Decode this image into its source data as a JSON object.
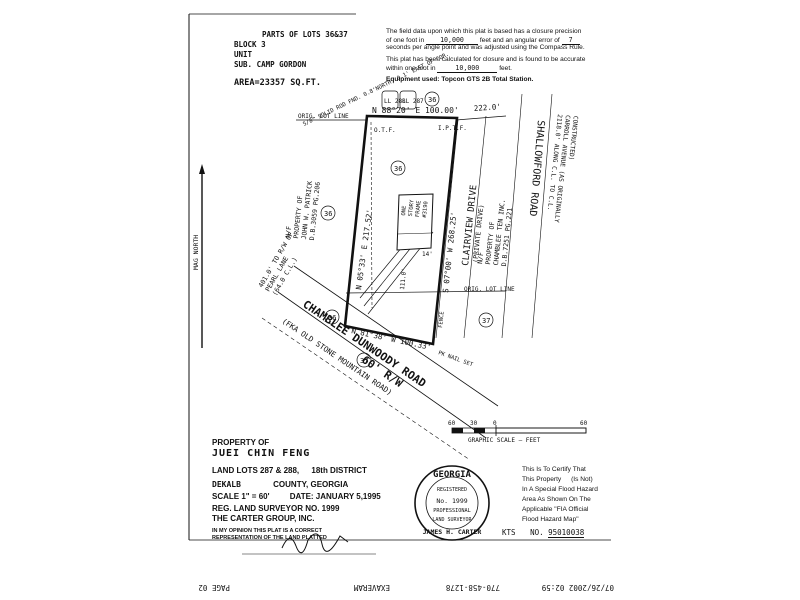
{
  "header": {
    "parts_of_lots": "PARTS OF LOTS 36&37",
    "block": "BLOCK 3",
    "unit": "UNIT",
    "subdivision": "SUB. CAMP GORDON",
    "area": "AREA=23357 SQ.FT."
  },
  "notes": {
    "closure_1": "The field data upon which this plat is based has a closure precision",
    "closure_2": "of one foot in",
    "closure_2_value": "10,000",
    "closure_2b": "feet and an angular error of",
    "closure_2b_value": "7",
    "closure_3": "seconds per angle point and was adjusted using the Compass Rule.",
    "calc_1": "This plat has been calculated for closure and is found to be accurate",
    "calc_2": "within one foot in",
    "calc_2_value": "10,000",
    "calc_2b": "feet.",
    "equipment": "Equipment used: Topcon GTS 2B Total Station."
  },
  "map": {
    "mag_north": "MAG NORTH",
    "ll288": "LL 288",
    "ll287": "LL 287",
    "lot36": "36",
    "lot37": "37",
    "north_bearing": "N 88°20' E  100.00'",
    "dist_right": "222.0'",
    "orig_lot_line_top": "ORIG. LOT LINE",
    "orig_lot_line_bottom": "ORIG. LOT LINE",
    "otf": "O.T.F.",
    "iptf": "I.P.T.F.",
    "rebar_note": "5/8\" SOLID ROD FND. 0.8'NORTH, 0.1' EAST OF COR.",
    "west_bearing": "N 05°33' E  217.52'",
    "east_bearing": "S 07°00' W  268.25'",
    "south_bearing": "N 81°38' W  100.33'",
    "property_left_1": "N/F",
    "property_left_2": "PROPERTY OF",
    "property_left_3": "JOHN W. PATRICK",
    "property_left_4": "D.B.3059 PG.206",
    "pearl_1": "401.0' TO R/W OF",
    "pearl_2": "PEARL LANE",
    "pearl_3": "(64.0 C.L.)",
    "house_1": "ONE",
    "house_2": "STORY",
    "house_3": "FRAME",
    "house_4": "#3190",
    "dim_111": "111.0'",
    "dim_14": "14'",
    "clairview_1": "CLAIRVIEW DRIVE",
    "clairview_2": "(PRIVATE DRIVE)",
    "property_right_1": "N/F",
    "property_right_2": "PROPERTY OF",
    "property_right_3": "CHAMBLEE TEN INC.",
    "property_right_4": "D.B.7251 PG.221",
    "shallowford": "SHALLOWFORD ROAD",
    "shallowford_dist_1": "2118.0' ALONG C.L. TO C.L.",
    "shallowford_dist_2": "CARROLL AVENUE (AS ORIGINALLY",
    "shallowford_dist_3": "CONSTRUCTED)",
    "road_1": "CHAMBLEE DUNWOODY ROAD",
    "road_2": "60' R/W",
    "road_3": "(FKA OLD STONE MOUNTAIN ROAD)",
    "pk_nail": "PK NAIL SET",
    "fence": "FENCE"
  },
  "scale_bar": {
    "ticks": [
      "60",
      "30",
      "0",
      "60"
    ],
    "label": "GRAPHIC SCALE – FEET"
  },
  "title_block": {
    "property_of": "PROPERTY OF",
    "owner": "JUEI CHIN FENG",
    "land_lots": "LAND LOTS 287 & 288,",
    "district": "18th DISTRICT",
    "county_name": "DEKALB",
    "county_state": "COUNTY, GEORGIA",
    "scale": "SCALE 1\" = 60'",
    "date": "DATE: JANUARY 5,1995",
    "surveyor_no": "REG. LAND SURVEYOR NO. 1999",
    "company": "THE CARTER GROUP, INC.",
    "opinion_1": "IN MY OPINION THIS PLAT IS A CORRECT",
    "opinion_2": "REPRESENTATION OF THE LAND PLATTED"
  },
  "seal": {
    "state": "GEORGIA",
    "registered": "REGISTERED",
    "number": "No. 1999",
    "professional": "PROFESSIONAL",
    "land_surveyor": "LAND SURVEYOR",
    "name": "JAMES H. CARTER"
  },
  "flood_note": [
    "This Is To Certify That",
    "This Property",
    "(Is Not)",
    "In A Special Flood Hazard",
    "Area As Shown On The",
    "Applicable \"FIA Official",
    "Flood Hazard Map\""
  ],
  "kts": {
    "label": "KTS",
    "no_label": "NO.",
    "number": "95010038"
  },
  "fax_line": {
    "datetime": "07/26/2002 02:59",
    "phone": "770-458-1278",
    "sender": "EXAVERAM",
    "page": "PAGE 02"
  }
}
